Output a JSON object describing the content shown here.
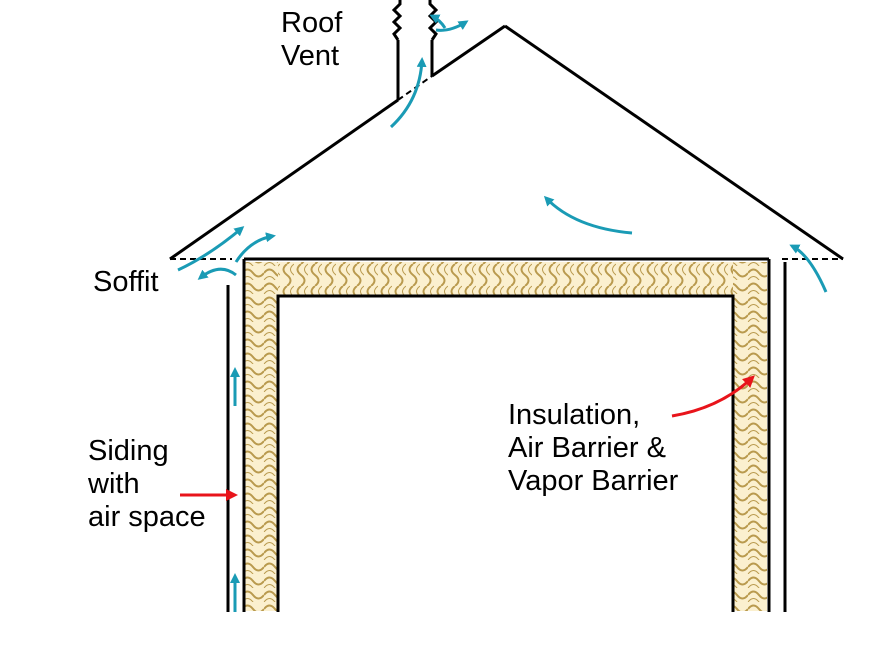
{
  "labels": {
    "roof_vent": [
      "Roof",
      "Vent"
    ],
    "soffit": "Soffit",
    "siding": [
      "Siding",
      "with",
      "air space"
    ],
    "insulation": [
      "Insulation,",
      "Air Barrier &",
      "Vapor Barrier"
    ]
  },
  "colors": {
    "airflow": "#1a9bb5",
    "pointer": "#e8141b",
    "insulation_fill": "#fbf0cf",
    "insulation_stroke": "#b99a4e",
    "structure": "#000000"
  }
}
